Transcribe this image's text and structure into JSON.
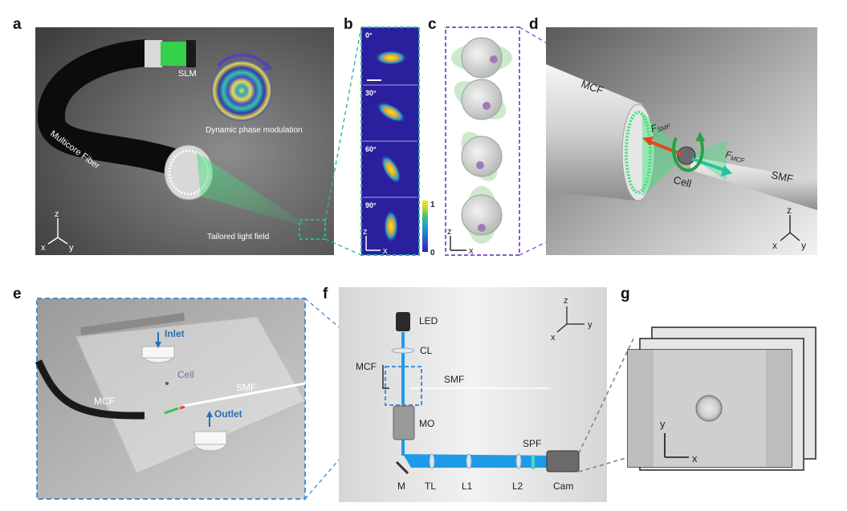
{
  "panel_labels": {
    "a": "a",
    "b": "b",
    "c": "c",
    "d": "d",
    "e": "e",
    "f": "f",
    "g": "g"
  },
  "panel_a": {
    "slm": "SLM",
    "phase_caption": "Dynamic phase modulation",
    "fiber": "Multicore Fiber",
    "light_field": "Tailored light field",
    "axes": {
      "z": "z",
      "x": "x",
      "y": "y"
    }
  },
  "panel_b": {
    "angles": [
      "0°",
      "30°",
      "60°",
      "90°"
    ],
    "colorbar_max": "1",
    "colorbar_min": "0",
    "axes": {
      "z": "z",
      "x": "x"
    },
    "colormap": [
      "#3b1ea8",
      "#2d5fd6",
      "#1fa0c8",
      "#45c27a",
      "#c9d33a",
      "#f3e51d"
    ]
  },
  "panel_c": {
    "axes": {
      "z": "z",
      "x": "x"
    }
  },
  "panel_d": {
    "mcf": "MCF",
    "smf": "SMF",
    "cell": "Cell",
    "f_smf": "F",
    "f_smf_sub": "SMF",
    "f_mcf": "F",
    "f_mcf_sub": "MCF",
    "axes": {
      "z": "z",
      "x": "x",
      "y": "y"
    }
  },
  "panel_e": {
    "inlet": "Inlet",
    "outlet": "Outlet",
    "cell": "Cell",
    "smf": "SMF",
    "mcf": "MCF"
  },
  "panel_f": {
    "led": "LED",
    "cl": "CL",
    "mcf": "MCF",
    "smf": "SMF",
    "mo": "MO",
    "spf": "SPF",
    "bottom": [
      "M",
      "TL",
      "L1",
      "L2",
      "Cam"
    ],
    "axes": {
      "z": "z",
      "x": "x",
      "y": "y"
    }
  },
  "panel_g": {
    "axes": {
      "y": "y",
      "x": "x"
    }
  },
  "colors": {
    "accent_teal": "#2bb5a3",
    "accent_purple": "#8a5cc8",
    "accent_blue": "#4a8fd0",
    "beam": "#1e9be8",
    "laser_green": "#3ee07a"
  }
}
